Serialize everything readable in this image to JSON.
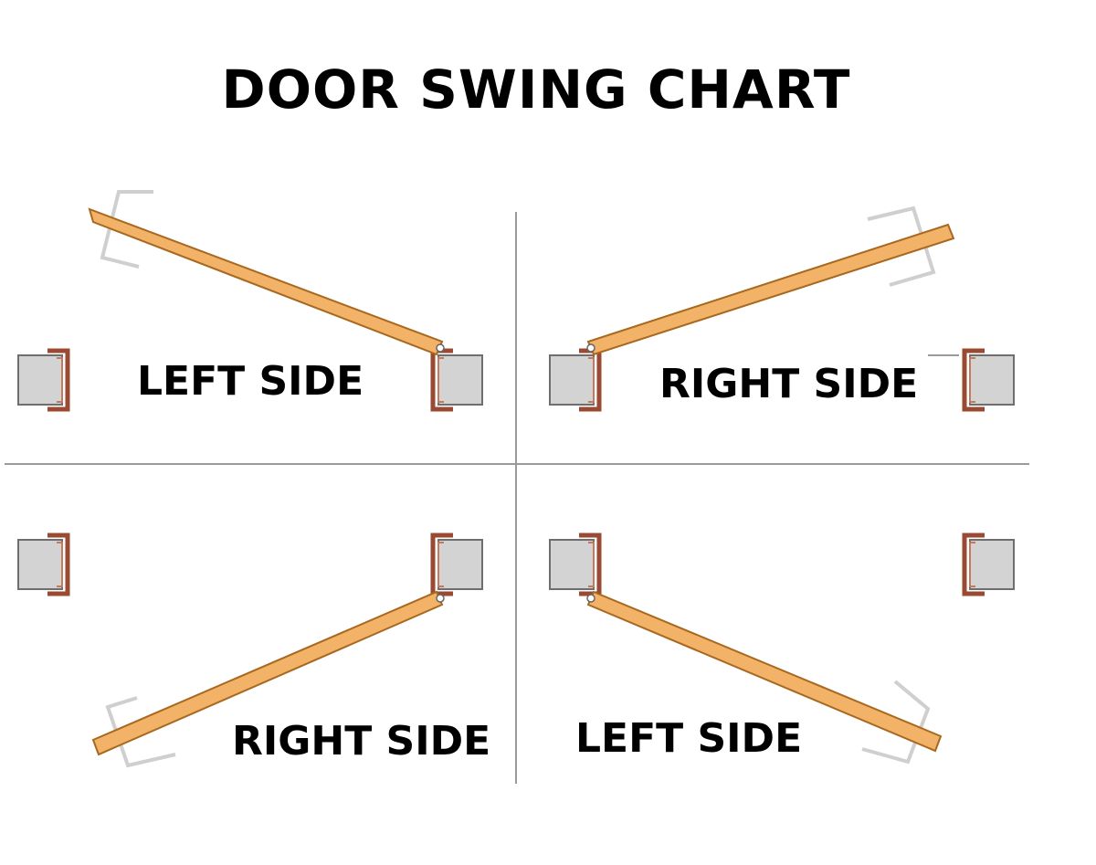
{
  "title": "DOOR SWING CHART",
  "quadrants": [
    {
      "id": "top-left",
      "label": "LEFT SIDE"
    },
    {
      "id": "top-right",
      "label": "RIGHT SIDE"
    },
    {
      "id": "bottom-left",
      "label": "RIGHT SIDE"
    },
    {
      "id": "bottom-right",
      "label": "LEFT SIDE"
    }
  ],
  "colors": {
    "door": "#f2b267",
    "frame": "#9a4a32",
    "wall": "#d3d3d3",
    "divider": "#9a9a9a"
  }
}
